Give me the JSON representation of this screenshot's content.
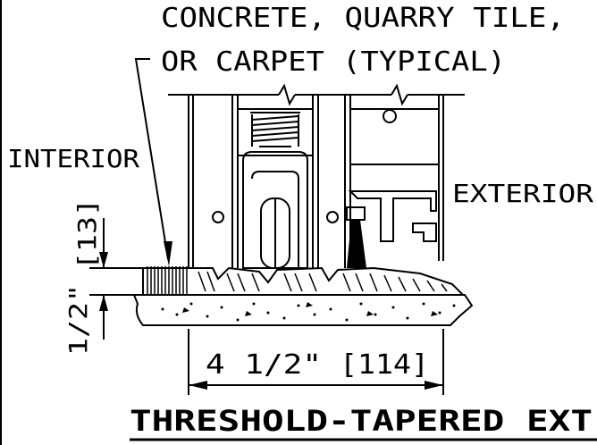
{
  "labels": {
    "note_line1": "CONCRETE, QUARRY TILE,",
    "note_line2": "OR CARPET (TYPICAL)",
    "interior": "INTERIOR",
    "exterior": "EXTERIOR",
    "height_dim": "1/2\"",
    "height_metric": "[13]",
    "width_dim": "4 1/2\"",
    "width_metric": "[114]",
    "title": "THRESHOLD-TAPERED EXT"
  },
  "colors": {
    "line": "#000000",
    "background": "#ffffff"
  }
}
